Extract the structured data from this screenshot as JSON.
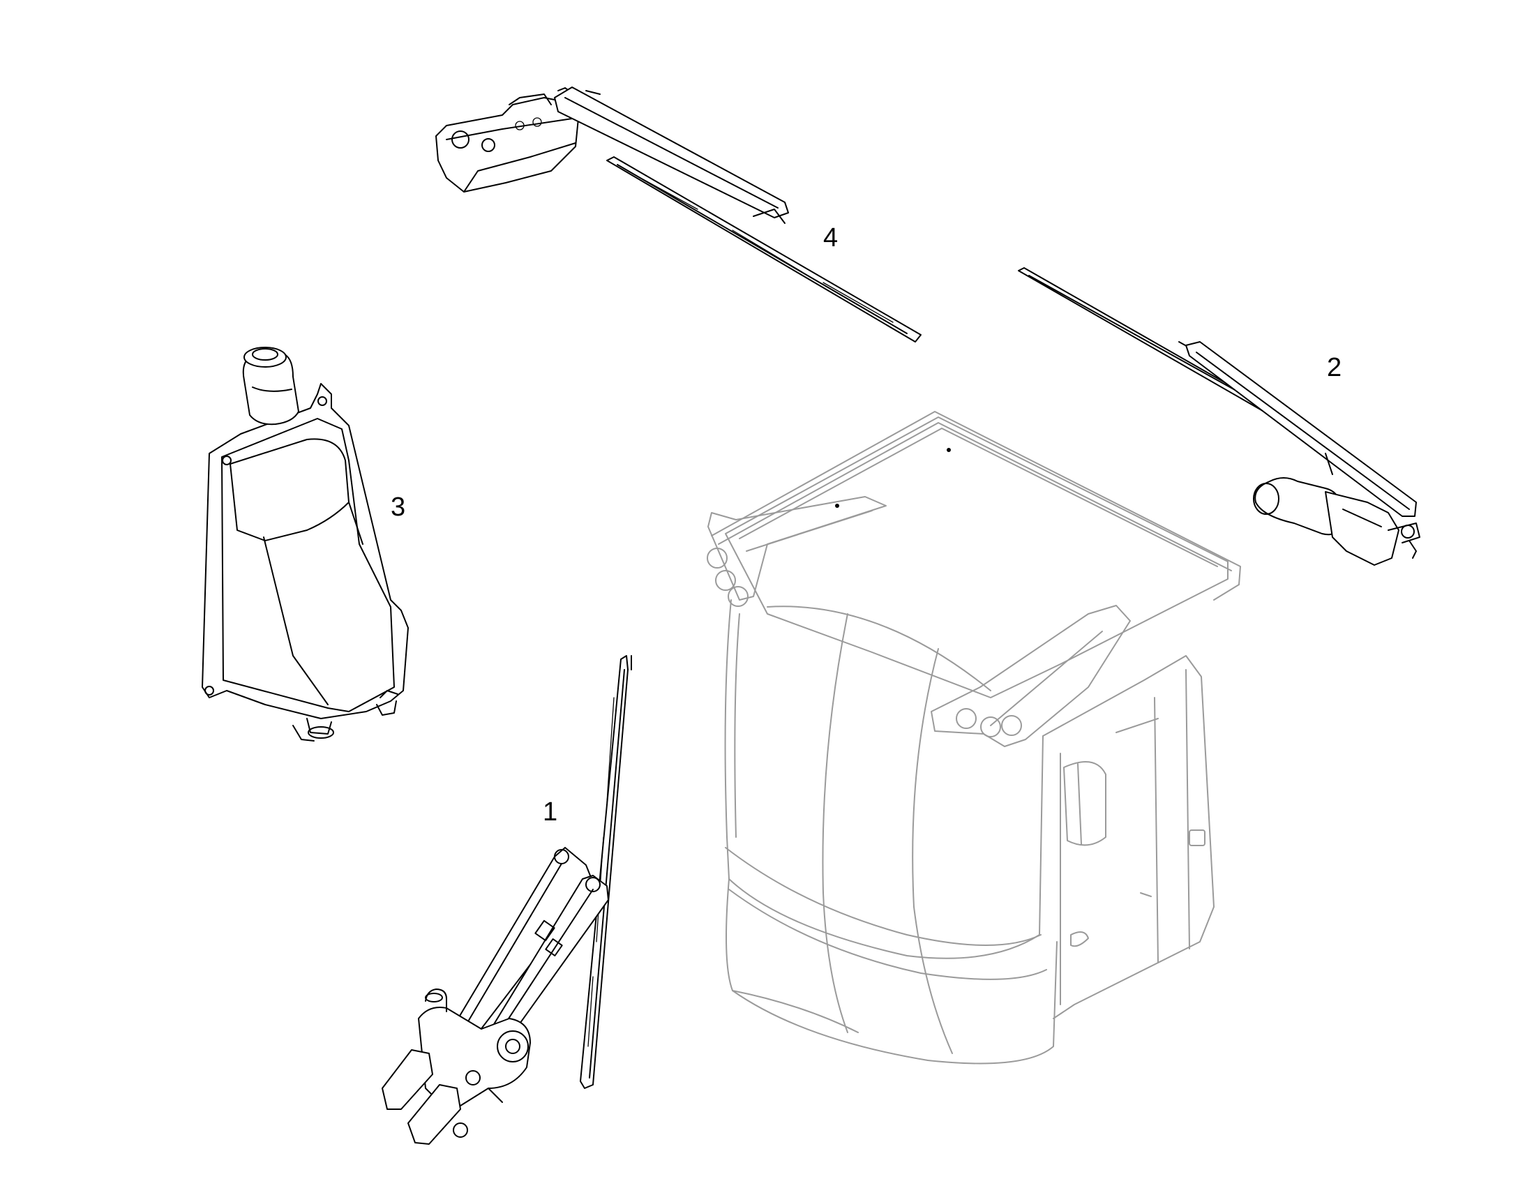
{
  "callouts": [
    {
      "id": "1",
      "label": "1"
    },
    {
      "id": "2",
      "label": "2"
    },
    {
      "id": "3",
      "label": "3"
    },
    {
      "id": "4",
      "label": "4"
    }
  ],
  "parts": [
    {
      "callout": "1",
      "icon": "front-wiper-arm-motor-icon"
    },
    {
      "callout": "2",
      "icon": "rear-wiper-motor-blade-icon"
    },
    {
      "callout": "3",
      "icon": "washer-reservoir-icon"
    },
    {
      "callout": "4",
      "icon": "roof-wiper-arm-blade-icon"
    }
  ],
  "colors": {
    "line": "#000000",
    "cab_outline": "#9a9a9a",
    "background": "#ffffff"
  }
}
